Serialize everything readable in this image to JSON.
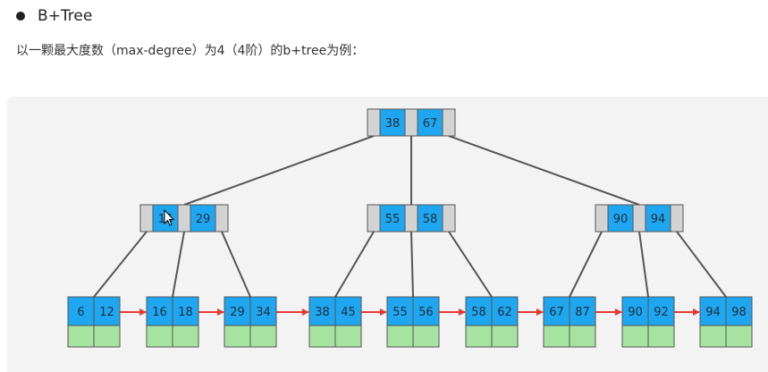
{
  "heading": {
    "bullet_icon": "filled-circle-icon",
    "title": "B+Tree"
  },
  "description": "以一颗最大度数（max-degree）为4（4阶）的b+tree为例：",
  "colors": {
    "key_fill": "#1ea7f0",
    "pointer_fill": "#d3d3d3",
    "data_fill": "#a6e3a1",
    "edge": "#555555",
    "leaf_link": "#e53935",
    "panel": "#f3f3f3"
  },
  "tree": {
    "root": {
      "keys": [
        "38",
        "67"
      ]
    },
    "internal": [
      {
        "keys": [
          "16",
          "29"
        ]
      },
      {
        "keys": [
          "55",
          "58"
        ]
      },
      {
        "keys": [
          "90",
          "94"
        ]
      }
    ],
    "leaves": [
      {
        "keys": [
          "6",
          "12"
        ]
      },
      {
        "keys": [
          "16",
          "18"
        ]
      },
      {
        "keys": [
          "29",
          "34"
        ]
      },
      {
        "keys": [
          "38",
          "45"
        ]
      },
      {
        "keys": [
          "55",
          "56"
        ]
      },
      {
        "keys": [
          "58",
          "62"
        ]
      },
      {
        "keys": [
          "67",
          "87"
        ]
      },
      {
        "keys": [
          "90",
          "92"
        ]
      },
      {
        "keys": [
          "94",
          "98"
        ]
      }
    ],
    "cursor_icon": "mouse-pointer-icon"
  }
}
